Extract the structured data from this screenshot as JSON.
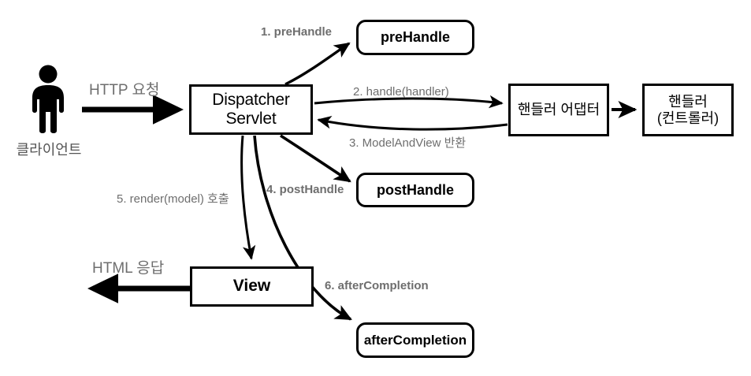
{
  "diagram": {
    "title": "Spring MVC DispatcherServlet interceptor flow",
    "colors": {
      "stroke": "#000000",
      "label_gray": "#6e6e6e",
      "actor_caption_gray": "#555555",
      "background": "#ffffff"
    },
    "actor": {
      "icon": "person-icon",
      "caption": "클라이언트"
    },
    "nodes": [
      {
        "id": "dispatcher",
        "label": "Dispatcher\nServlet",
        "shape": "rect"
      },
      {
        "id": "prehandle",
        "label": "preHandle",
        "shape": "round"
      },
      {
        "id": "posthandle",
        "label": "postHandle",
        "shape": "round"
      },
      {
        "id": "aftercompletion",
        "label": "afterCompletion",
        "shape": "round"
      },
      {
        "id": "adapter",
        "label": "핸들러 어댑터",
        "shape": "rect"
      },
      {
        "id": "handler",
        "label": "핸들러\n(컨트롤러)",
        "shape": "rect"
      },
      {
        "id": "view",
        "label": "View",
        "shape": "rect"
      }
    ],
    "edge_labels": {
      "http_request": "HTTP 요청",
      "http_response": "HTML 응답",
      "step1": "1. preHandle",
      "step2": "2. handle(handler)",
      "step3": "3. ModelAndView 반환",
      "step4": "4. postHandle",
      "step5": "5. render(model) 호출",
      "step6": "6. afterCompletion"
    }
  }
}
